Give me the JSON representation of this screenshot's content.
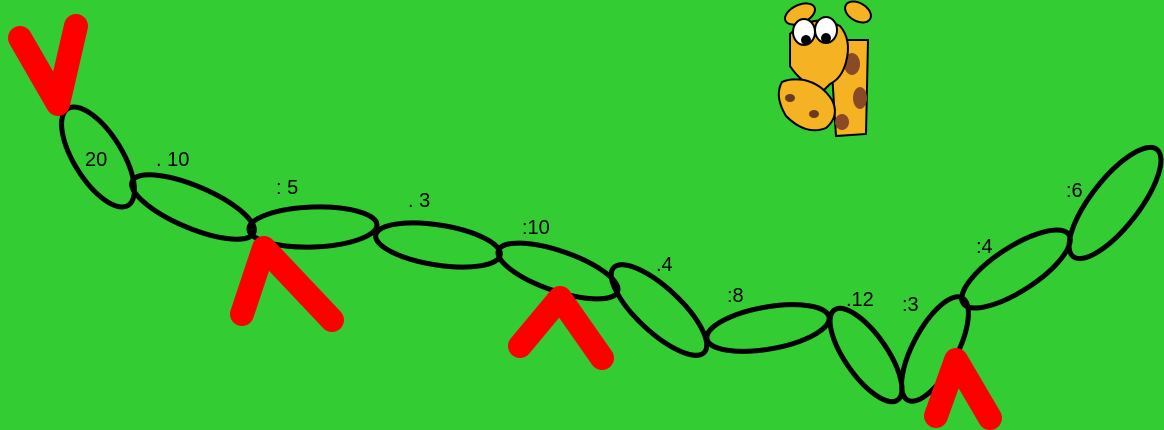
{
  "colors": {
    "background": "#33cc33",
    "chain": "#000000",
    "marks": "#ff0000",
    "giraffe_skin": "#f5b324",
    "giraffe_spots": "#8a4a26"
  },
  "start_value": "20",
  "chain_links": [
    {
      "operation": ". 10"
    },
    {
      "operation": ": 5"
    },
    {
      "operation": ". 3"
    },
    {
      "operation": ":10"
    },
    {
      "operation": ".4"
    },
    {
      "operation": ":8"
    },
    {
      "operation": ".12"
    },
    {
      "operation": ":3"
    },
    {
      "operation": ":4"
    },
    {
      "operation": ":6"
    }
  ],
  "checkpoint_marks": [
    {
      "shape": "check-v"
    },
    {
      "shape": "caret-up"
    },
    {
      "shape": "caret-up"
    },
    {
      "shape": "caret-up"
    }
  ],
  "giraffe": {
    "icon": "giraffe-head-icon"
  }
}
